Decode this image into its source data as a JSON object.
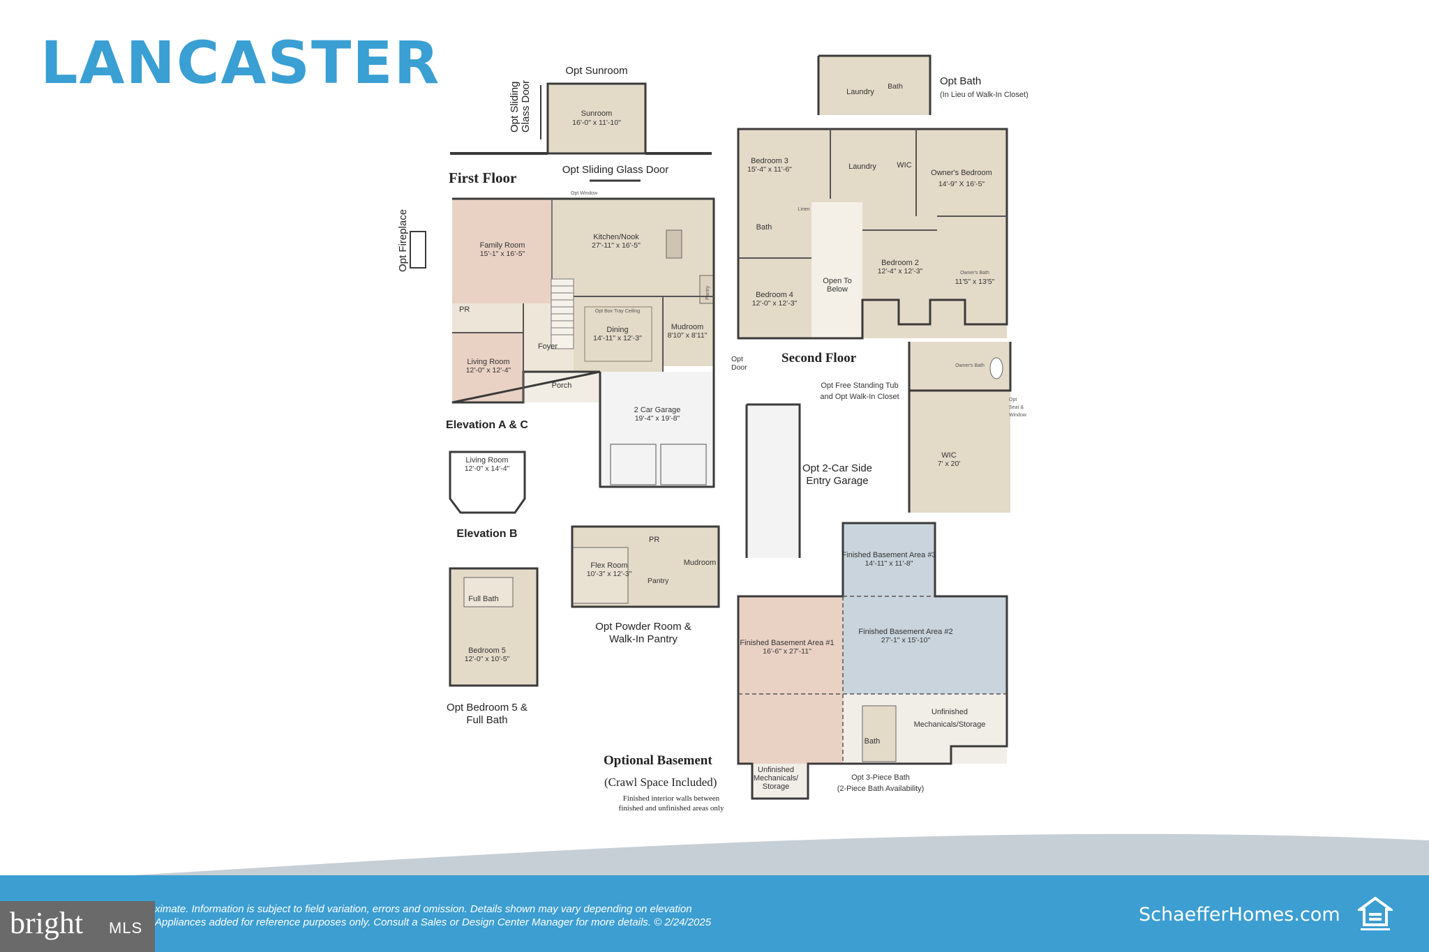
{
  "title": "LANCASTER",
  "sections": {
    "first_floor": "First Floor",
    "second_floor": "Second Floor",
    "basement_title": "Optional Basement",
    "basement_sub": "(Crawl Space Included)",
    "basement_note1": "Finished interior walls between",
    "basement_note2": "finished and unfinished areas only"
  },
  "labels": {
    "opt_sunroom": "Opt Sunroom",
    "opt_sliding_glass_door_v1": "Opt Sliding",
    "opt_sliding_glass_door_v2": "Glass Door",
    "opt_sliding_glass_door": "Opt Sliding Glass Door",
    "opt_fireplace": "Opt Fireplace",
    "opt_window": "Opt Window",
    "elevation_ac": "Elevation A & C",
    "elevation_b": "Elevation B",
    "opt_bedroom5_1": "Opt Bedroom 5 &",
    "opt_bedroom5_2": "Full Bath",
    "opt_powder_1": "Opt Powder Room &",
    "opt_powder_2": "Walk-In Pantry",
    "opt_bath": "Opt Bath",
    "opt_bath_sub": "(In Lieu of Walk-In Closet)",
    "opt_tub_1": "Opt Free Standing Tub",
    "opt_tub_2": "and Opt Walk-In Closet",
    "opt_side_garage_1": "Opt 2-Car Side",
    "opt_side_garage_2": "Entry Garage",
    "opt_door": "Opt",
    "opt_door2": "Door",
    "opt_seat_1": "Opt",
    "opt_seat_2": "Seat &",
    "opt_seat_3": "Window",
    "opt_3piece_1": "Opt 3-Piece Bath",
    "opt_3piece_2": "(2-Piece Bath Availability)",
    "opt_box_tray": "Opt Box Tray Ceiling"
  },
  "rooms": {
    "sunroom": {
      "name": "Sunroom",
      "dim": "16'-0\" x 11'-10\""
    },
    "family": {
      "name": "Family Room",
      "dim": "15'-1\" x 16'-5\""
    },
    "kitchen": {
      "name": "Kitchen/Nook",
      "dim": "27'-11\" x 16'-5\""
    },
    "pr": {
      "name": "PR"
    },
    "living": {
      "name": "Living Room",
      "dim": "12'-0\" x 12'-4\""
    },
    "foyer": {
      "name": "Foyer"
    },
    "dining": {
      "name": "Dining",
      "dim": "14'-11\" x 12'-3\""
    },
    "mudroom": {
      "name": "Mudroom",
      "dim": "8'10\" x 8'11\""
    },
    "pantry": {
      "name": "Pantry"
    },
    "porch": {
      "name": "Porch"
    },
    "garage": {
      "name": "2 Car Garage",
      "dim": "19'-4\" x 19'-8\""
    },
    "living_b": {
      "name": "Living Room",
      "dim": "12'-0\" x 14'-4\""
    },
    "flex": {
      "name": "Flex Room",
      "dim": "10'-3\" x 12'-3\""
    },
    "pr2": {
      "name": "PR"
    },
    "pantry2": {
      "name": "Pantry"
    },
    "mudroom2": {
      "name": "Mudroom"
    },
    "full_bath": {
      "name": "Full Bath"
    },
    "bedroom5": {
      "name": "Bedroom 5",
      "dim": "12'-0\" x 10'-5\""
    },
    "laundry_opt": {
      "name": "Laundry"
    },
    "bath_opt": {
      "name": "Bath"
    },
    "bedroom3": {
      "name": "Bedroom 3",
      "dim": "15'-4\" x 11'-6\""
    },
    "laundry": {
      "name": "Laundry"
    },
    "wic": {
      "name": "WIC"
    },
    "owners_bedroom": {
      "name": "Owner's Bedroom",
      "dim": "14'-9\" X 16'-5\""
    },
    "bath2": {
      "name": "Bath"
    },
    "linen": {
      "name": "Linen"
    },
    "bedroom2": {
      "name": "Bedroom 2",
      "dim": "12'-4\" x 12'-3\""
    },
    "owners_bath": {
      "name": "Owner's Bath",
      "dim": "11'5\" x 13'5\""
    },
    "bedroom4": {
      "name": "Bedroom 4",
      "dim": "12'-0\" x 12'-3\""
    },
    "open_below_1": {
      "name": "Open To"
    },
    "open_below_2": {
      "name": "Below"
    },
    "owners_bath_opt": {
      "name": "Owner's Bath"
    },
    "wic_opt": {
      "name": "WIC",
      "dim": "7' x 20'"
    },
    "fba3": {
      "name": "Finished Basement Area #3",
      "dim": "14'-11\" x 11'-8\""
    },
    "fba2": {
      "name": "Finished Basement Area #2",
      "dim": "27'-1\" x 15'-10\""
    },
    "fba1": {
      "name": "Finished Basement Area #1",
      "dim": "16'-6\" x 27'-11\""
    },
    "unfinished_1": {
      "name": "Unfinished"
    },
    "unfinished_2": {
      "name": "Mechanicals/Storage"
    },
    "bath_bsmt": {
      "name": "Bath"
    },
    "unf_small_1": {
      "name": "Unfinished"
    },
    "unf_small_2": {
      "name": "Mechanicals/"
    },
    "unf_small_3": {
      "name": "Storage"
    }
  },
  "colors": {
    "accent": "#3a9fd3",
    "room_tan": "#e4dac8",
    "room_pink": "#e9d2c4",
    "room_blue": "#c9d4dc",
    "garage": "#f3f3f3"
  },
  "footer": {
    "disclaimer_line1": "ximate. Information is subject to field variation, errors and omission. Details shown may vary depending on elevation",
    "disclaimer_line2": "Appliances added for reference purposes only. Consult a Sales or Design Center Manager for more details. © 2/24/2025",
    "website": "SchaefferHomes.com",
    "mls_brand": "bright",
    "mls_sub": "MLS"
  }
}
